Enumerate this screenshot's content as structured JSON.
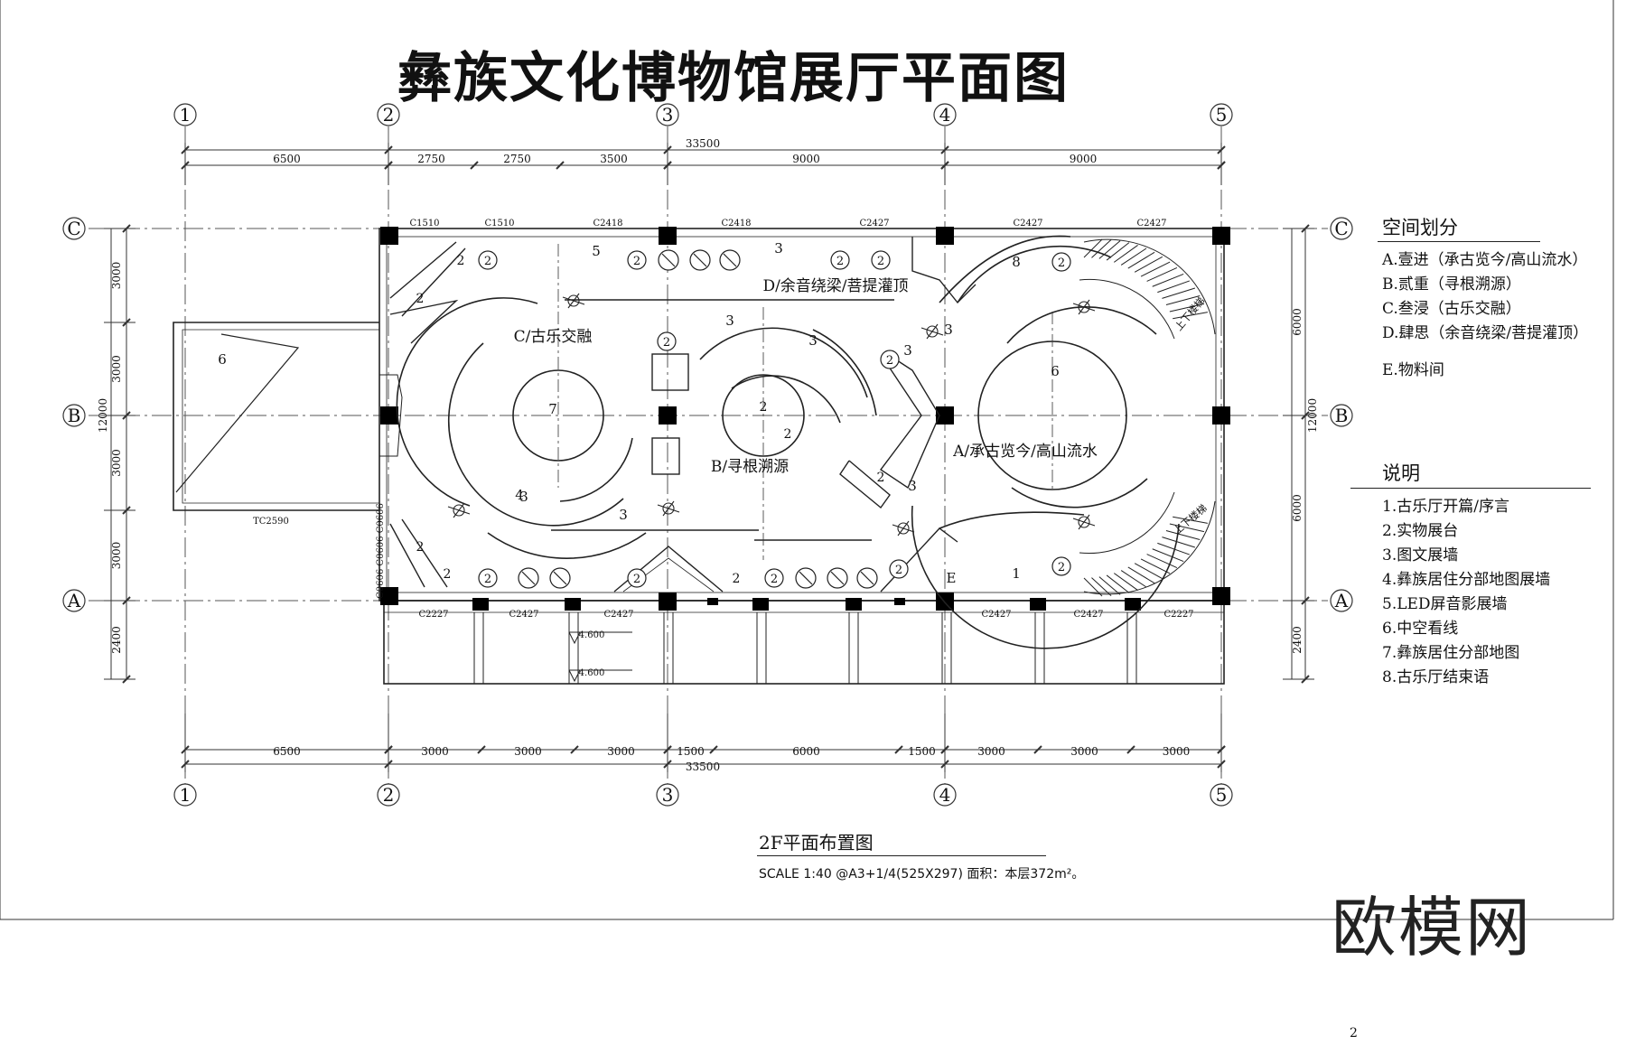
{
  "title": "彝族文化博物馆展厅平面图",
  "grid": {
    "columns": [
      "1",
      "2",
      "3",
      "4",
      "5"
    ],
    "rows": [
      "C",
      "B",
      "A"
    ]
  },
  "dims_top": {
    "total": "33500",
    "segments": [
      "6500",
      "2750",
      "2750",
      "3500",
      "9000",
      "9000"
    ]
  },
  "dims_bottom": {
    "total": "33500",
    "segments": [
      "6500",
      "3000",
      "3000",
      "3000",
      "1500",
      "6000",
      "1500",
      "3000",
      "3000",
      "3000"
    ]
  },
  "dims_left": {
    "total": "12000",
    "segments": [
      "3000",
      "3000",
      "3000",
      "3000",
      "2400"
    ]
  },
  "dims_right": {
    "total": "12000",
    "segments": [
      "6000",
      "6000",
      "2400"
    ]
  },
  "windows_top": [
    "C1510",
    "C1510",
    "C2418",
    "C2418",
    "C2427",
    "C2427",
    "C2427"
  ],
  "windows_bottom": [
    "C2227",
    "C2427",
    "C2427",
    "C2427",
    "C2427",
    "C2227"
  ],
  "window_side": "TC2590",
  "window_vertical": "C0606 C0606 C0606",
  "elevations": [
    "4.600",
    "4.600"
  ],
  "zones": {
    "a": "A/承古览今/高山流水",
    "b": "B/寻根溯源",
    "c": "C/古乐交融",
    "d": "D/余音绕梁/菩提灌顶",
    "e": "E"
  },
  "stair_label": "上下楼梯",
  "numbers": {
    "n1": "1",
    "n2": "2",
    "n3": "3",
    "n4": "4",
    "n5": "5",
    "n6": "6",
    "n7": "7",
    "n8": "8"
  },
  "space_panel": {
    "heading": "空间划分",
    "items": [
      "A.壹进（承古览今/高山流水）",
      "B.贰重（寻根溯源）",
      "C.叁浸（古乐交融）",
      "D.肆思（余音绕梁/菩提灌顶）",
      "E.物料间"
    ]
  },
  "notes_panel": {
    "heading": "说明",
    "items": [
      "1.古乐厅开篇/序言",
      "2.实物展台",
      "3.图文展墙",
      "4.彝族居住分部地图展墙",
      "5.LED屏音影展墙",
      "6.中空看线",
      "7.彝族居住分部地图",
      "8.古乐厅结束语"
    ]
  },
  "sub_title": "2F平面布置图",
  "scale_text": "SCALE  1:40  @A3+1/4(525X297)  面积：本层372m²。",
  "brand": "欧模网",
  "page_number": "2"
}
